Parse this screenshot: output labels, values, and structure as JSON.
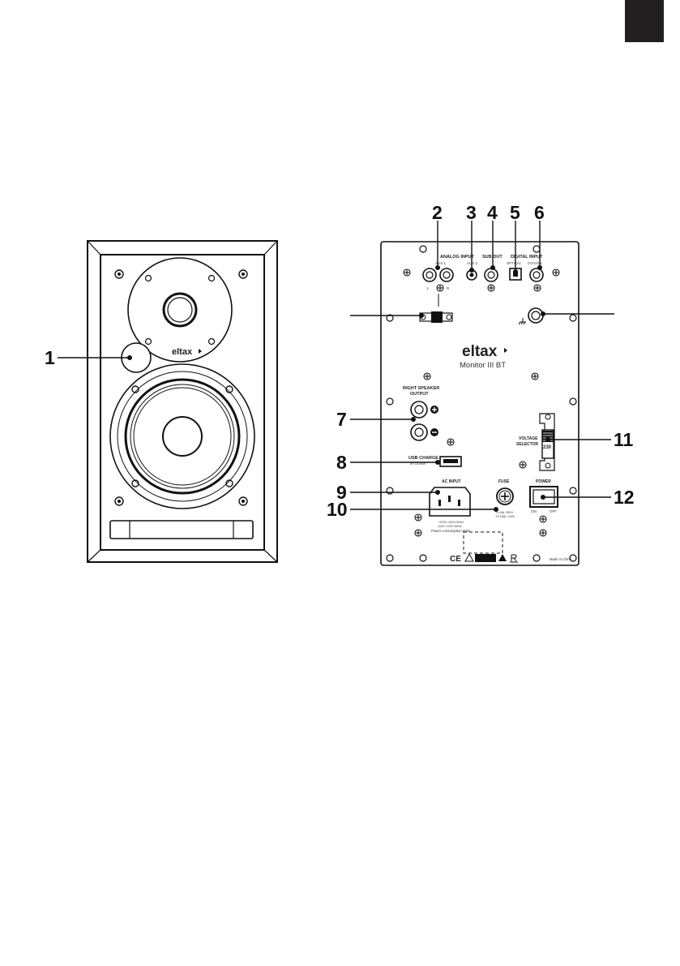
{
  "callouts": {
    "c1": "1",
    "c2": "2",
    "c3": "3",
    "c4": "4",
    "c5": "5",
    "c6": "6",
    "c7": "7",
    "c8": "8",
    "c9": "9",
    "c10": "10",
    "c11": "11",
    "c12": "12"
  },
  "front": {
    "logo": "eltax"
  },
  "rear": {
    "brand": "eltax",
    "model": "Monitor III BT",
    "analog_input": "ANALOG INPUT",
    "aux1": "AUX 1",
    "aux2": "AUX 2",
    "left": "L",
    "right": "R",
    "sub_out": "SUB OUT",
    "digital_input": "DIGITAL INPUT",
    "optical": "OPTICAL",
    "coaxial": "COAXIAL",
    "right_speaker_line1": "RIGHT SPEAKER",
    "right_speaker_line2": "OUTPUT",
    "usb_charge": "USB CHARGE",
    "usb_spec": "5V 1A MAX",
    "ac_input": "AC INPUT",
    "ac_spec1": "~220V~240V 50Hz",
    "ac_spec2": "110V~120V 60Hz",
    "power_consumption": "Power consumption 60W",
    "fuse": "FUSE",
    "fuse_spec1": "T1.6AL 250V",
    "fuse_spec2": "T3.15AL 125V",
    "voltage_line1": "VOLTAGE",
    "voltage_line2": "SELECTOR",
    "voltage_value": "230",
    "power": "POWER",
    "on": "ON",
    "off": "OFF",
    "ce": "CE",
    "made_in": "Made in China"
  }
}
